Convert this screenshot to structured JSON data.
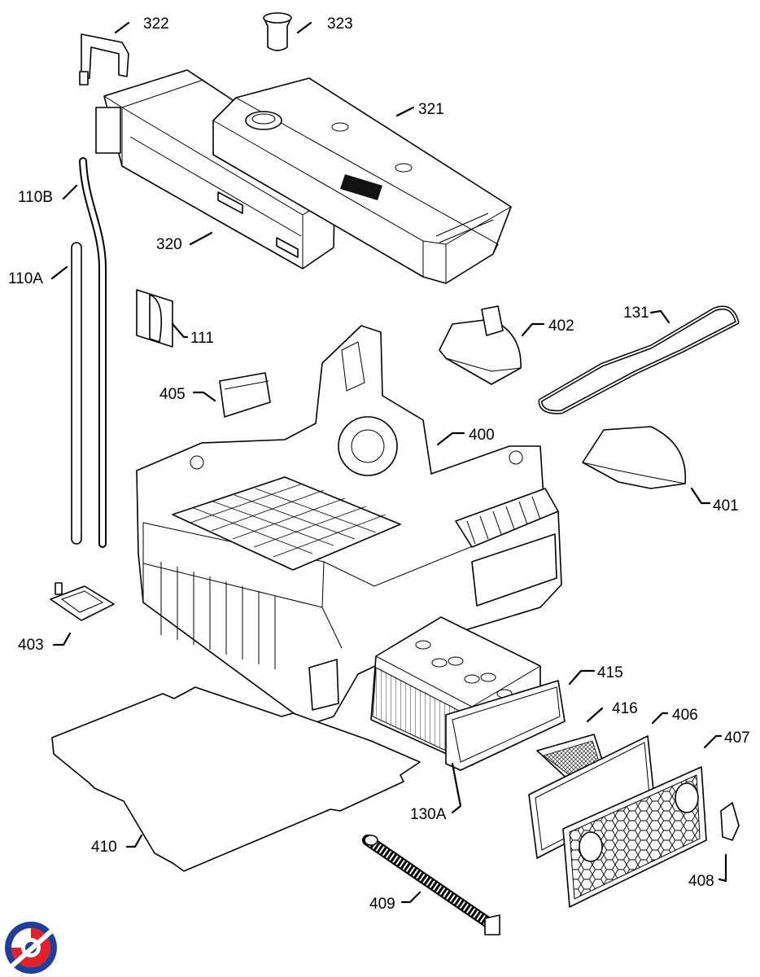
{
  "labels": {
    "p322": "322",
    "p323": "323",
    "p321": "321",
    "p110B": "110B",
    "p320": "320",
    "p110A": "110A",
    "p111": "111",
    "p131": "131",
    "p402": "402",
    "p405": "405",
    "p400": "400",
    "p401": "401",
    "p403": "403",
    "p415": "415",
    "p416": "416",
    "p406": "406",
    "p407": "407",
    "p130A": "130A",
    "p410": "410",
    "p408": "408",
    "p409": "409"
  },
  "logo": {
    "colors": {
      "blue": "#1f3f98",
      "red": "#e0202a"
    }
  }
}
